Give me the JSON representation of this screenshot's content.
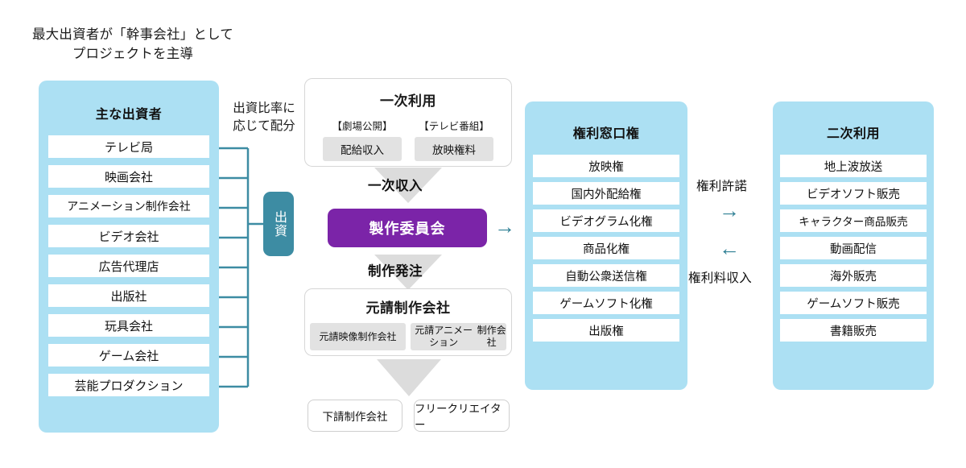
{
  "caption": {
    "line1": "最大出資者が「幹事会社」として",
    "line2": "プロジェクトを主導"
  },
  "notes": {
    "ratio_line1": "出資比率に",
    "ratio_line2": "応じて配分",
    "license": "権利許諾",
    "royalty": "権利料収入",
    "primary_income": "一次収入",
    "production_order": "制作発注"
  },
  "investors_panel": {
    "title": "主な出資者",
    "items": [
      "テレビ局",
      "映画会社",
      "アニメーション制作会社",
      "ビデオ会社",
      "広告代理店",
      "出版社",
      "玩具会社",
      "ゲーム会社",
      "芸能プロダクション"
    ]
  },
  "investment_node": {
    "label": "出資"
  },
  "primary_use_card": {
    "title": "一次利用",
    "columns": [
      {
        "label": "【劇場公開】",
        "chip": "配給収入"
      },
      {
        "label": "【テレビ番組】",
        "chip": "放映権料"
      }
    ]
  },
  "production_committee": {
    "label": "製作委員会"
  },
  "prime_contractor_card": {
    "title": "元請制作会社",
    "chips": [
      "元請映像制作会社",
      "元請アニメーション\n制作会社"
    ],
    "chip_1_line1": "元請アニメーション",
    "chip_1_line2": "制作会社"
  },
  "downstream": {
    "sub_contractor": "下請制作会社",
    "free_creator": "フリークリエイター"
  },
  "rights_panel": {
    "title": "権利窓口権",
    "items": [
      "放映権",
      "国内外配給権",
      "ビデオグラム化権",
      "商品化権",
      "自動公衆送信権",
      "ゲームソフト化権",
      "出版権"
    ]
  },
  "secondary_panel": {
    "title": "二次利用",
    "items": [
      "地上波放送",
      "ビデオソフト販売",
      "キャラクター商品販売",
      "動画配信",
      "海外販売",
      "ゲームソフト販売",
      "書籍販売"
    ]
  },
  "icons": {
    "arrow_right": "→",
    "arrow_left": "←"
  },
  "colors": {
    "panel_blue": "#ace0f3",
    "teal": "#3d8ca3",
    "purple": "#7b24a8",
    "gray_arrow": "#dcdcdc",
    "chip_gray": "#e2e2e2"
  }
}
